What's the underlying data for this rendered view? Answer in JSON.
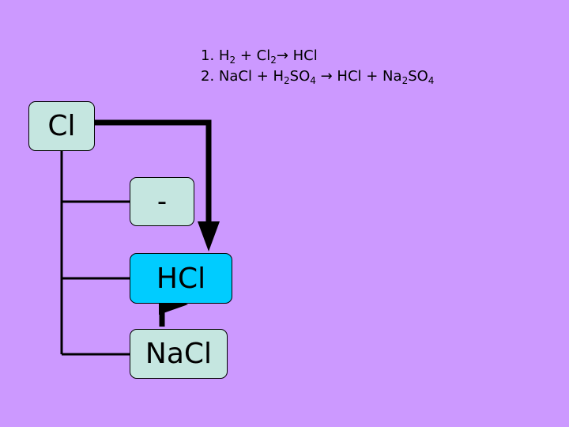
{
  "equations": [
    {
      "number": "1.",
      "parts": [
        {
          "t": "H"
        },
        {
          "t": "2",
          "sub": true
        },
        {
          "t": " + Cl"
        },
        {
          "t": "2",
          "sub": true
        },
        {
          "t": "→ HCl"
        }
      ]
    },
    {
      "number": "2.",
      "parts": [
        {
          "t": "NaCl + H"
        },
        {
          "t": "2",
          "sub": true
        },
        {
          "t": "SO"
        },
        {
          "t": "4",
          "sub": true
        },
        {
          "t": " → HCl + Na"
        },
        {
          "t": "2",
          "sub": true
        },
        {
          "t": "SO"
        },
        {
          "t": "4",
          "sub": true
        }
      ]
    }
  ],
  "nodes": {
    "chlorine": "Cl",
    "placeholder": "-",
    "hydrogen_chloride": "HCl",
    "sodium_chloride": "NaCl"
  },
  "colors": {
    "background": "#cc99ff",
    "node_fill": "#c5e6e0",
    "highlight_fill": "#00ccff",
    "line": "#000000"
  }
}
